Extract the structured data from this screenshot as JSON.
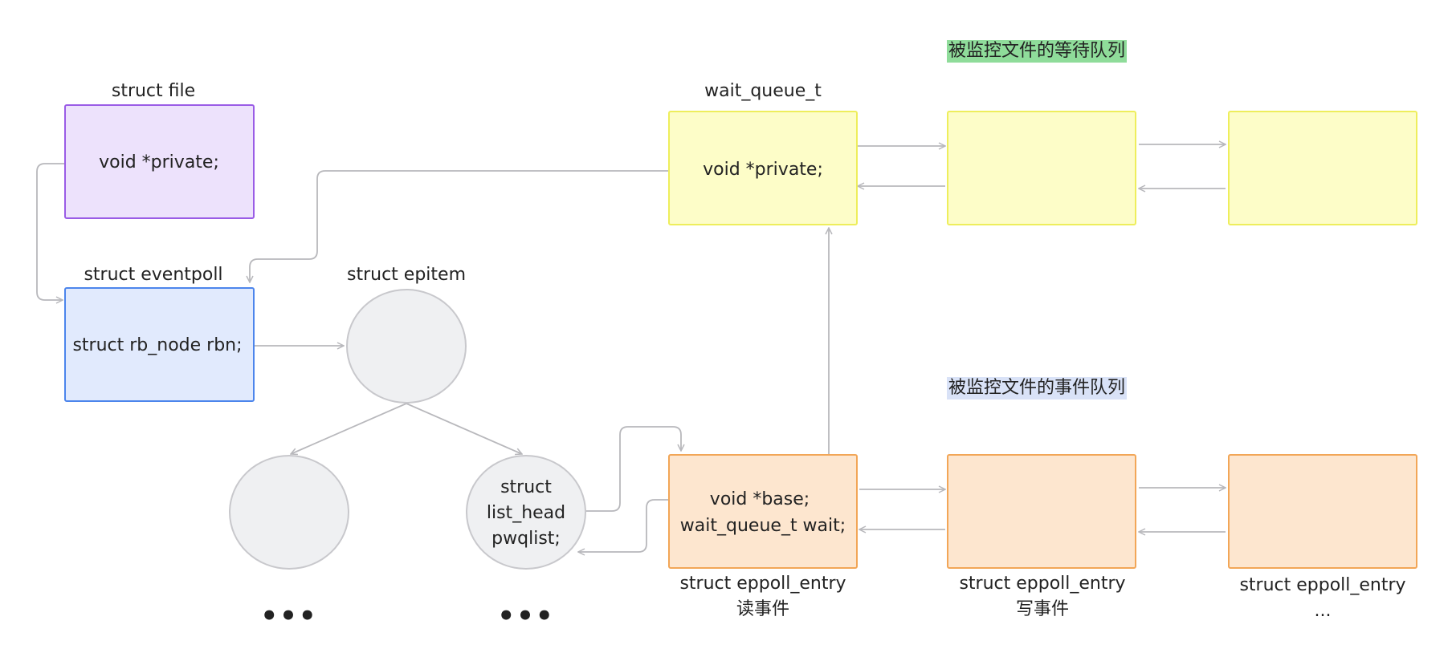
{
  "struct_file": {
    "title": "struct file",
    "field": "void *private;"
  },
  "eventpoll": {
    "title": "struct eventpoll",
    "field": "struct rb_node rbn;"
  },
  "epitem": {
    "title": "struct epitem",
    "field_lines": [
      "struct",
      "list_head",
      "pwqlist;"
    ],
    "ellipsis_left": "•••",
    "ellipsis_right": "•••"
  },
  "wait_queue": {
    "title": "wait_queue_t",
    "field": "void *private;",
    "tag": "被监控文件的等待队列"
  },
  "event_queue": {
    "tag": "被监控文件的事件队列"
  },
  "eppoll_entries": [
    {
      "field1": "void *base;",
      "field2": "wait_queue_t wait;",
      "title": "struct eppoll_entry",
      "subtitle": "读事件"
    },
    {
      "title": "struct eppoll_entry",
      "subtitle": "写事件"
    },
    {
      "title": "struct eppoll_entry",
      "subtitle": "..."
    }
  ],
  "colors": {
    "purple_fill": "#ede2fc",
    "purple_border": "#9a5ce6",
    "blue_fill": "#e1eafd",
    "blue_border": "#4c85ec",
    "yellow_fill": "#fdfdc8",
    "yellow_border": "#eeee5c",
    "orange_fill": "#fde6cf",
    "orange_border": "#f2a657",
    "node_fill": "#eff0f2",
    "node_border": "#c8c8cc",
    "arrow": "#b8b8bc",
    "tag_green": "#8fdc9a",
    "tag_blue": "#d9e2f7"
  }
}
